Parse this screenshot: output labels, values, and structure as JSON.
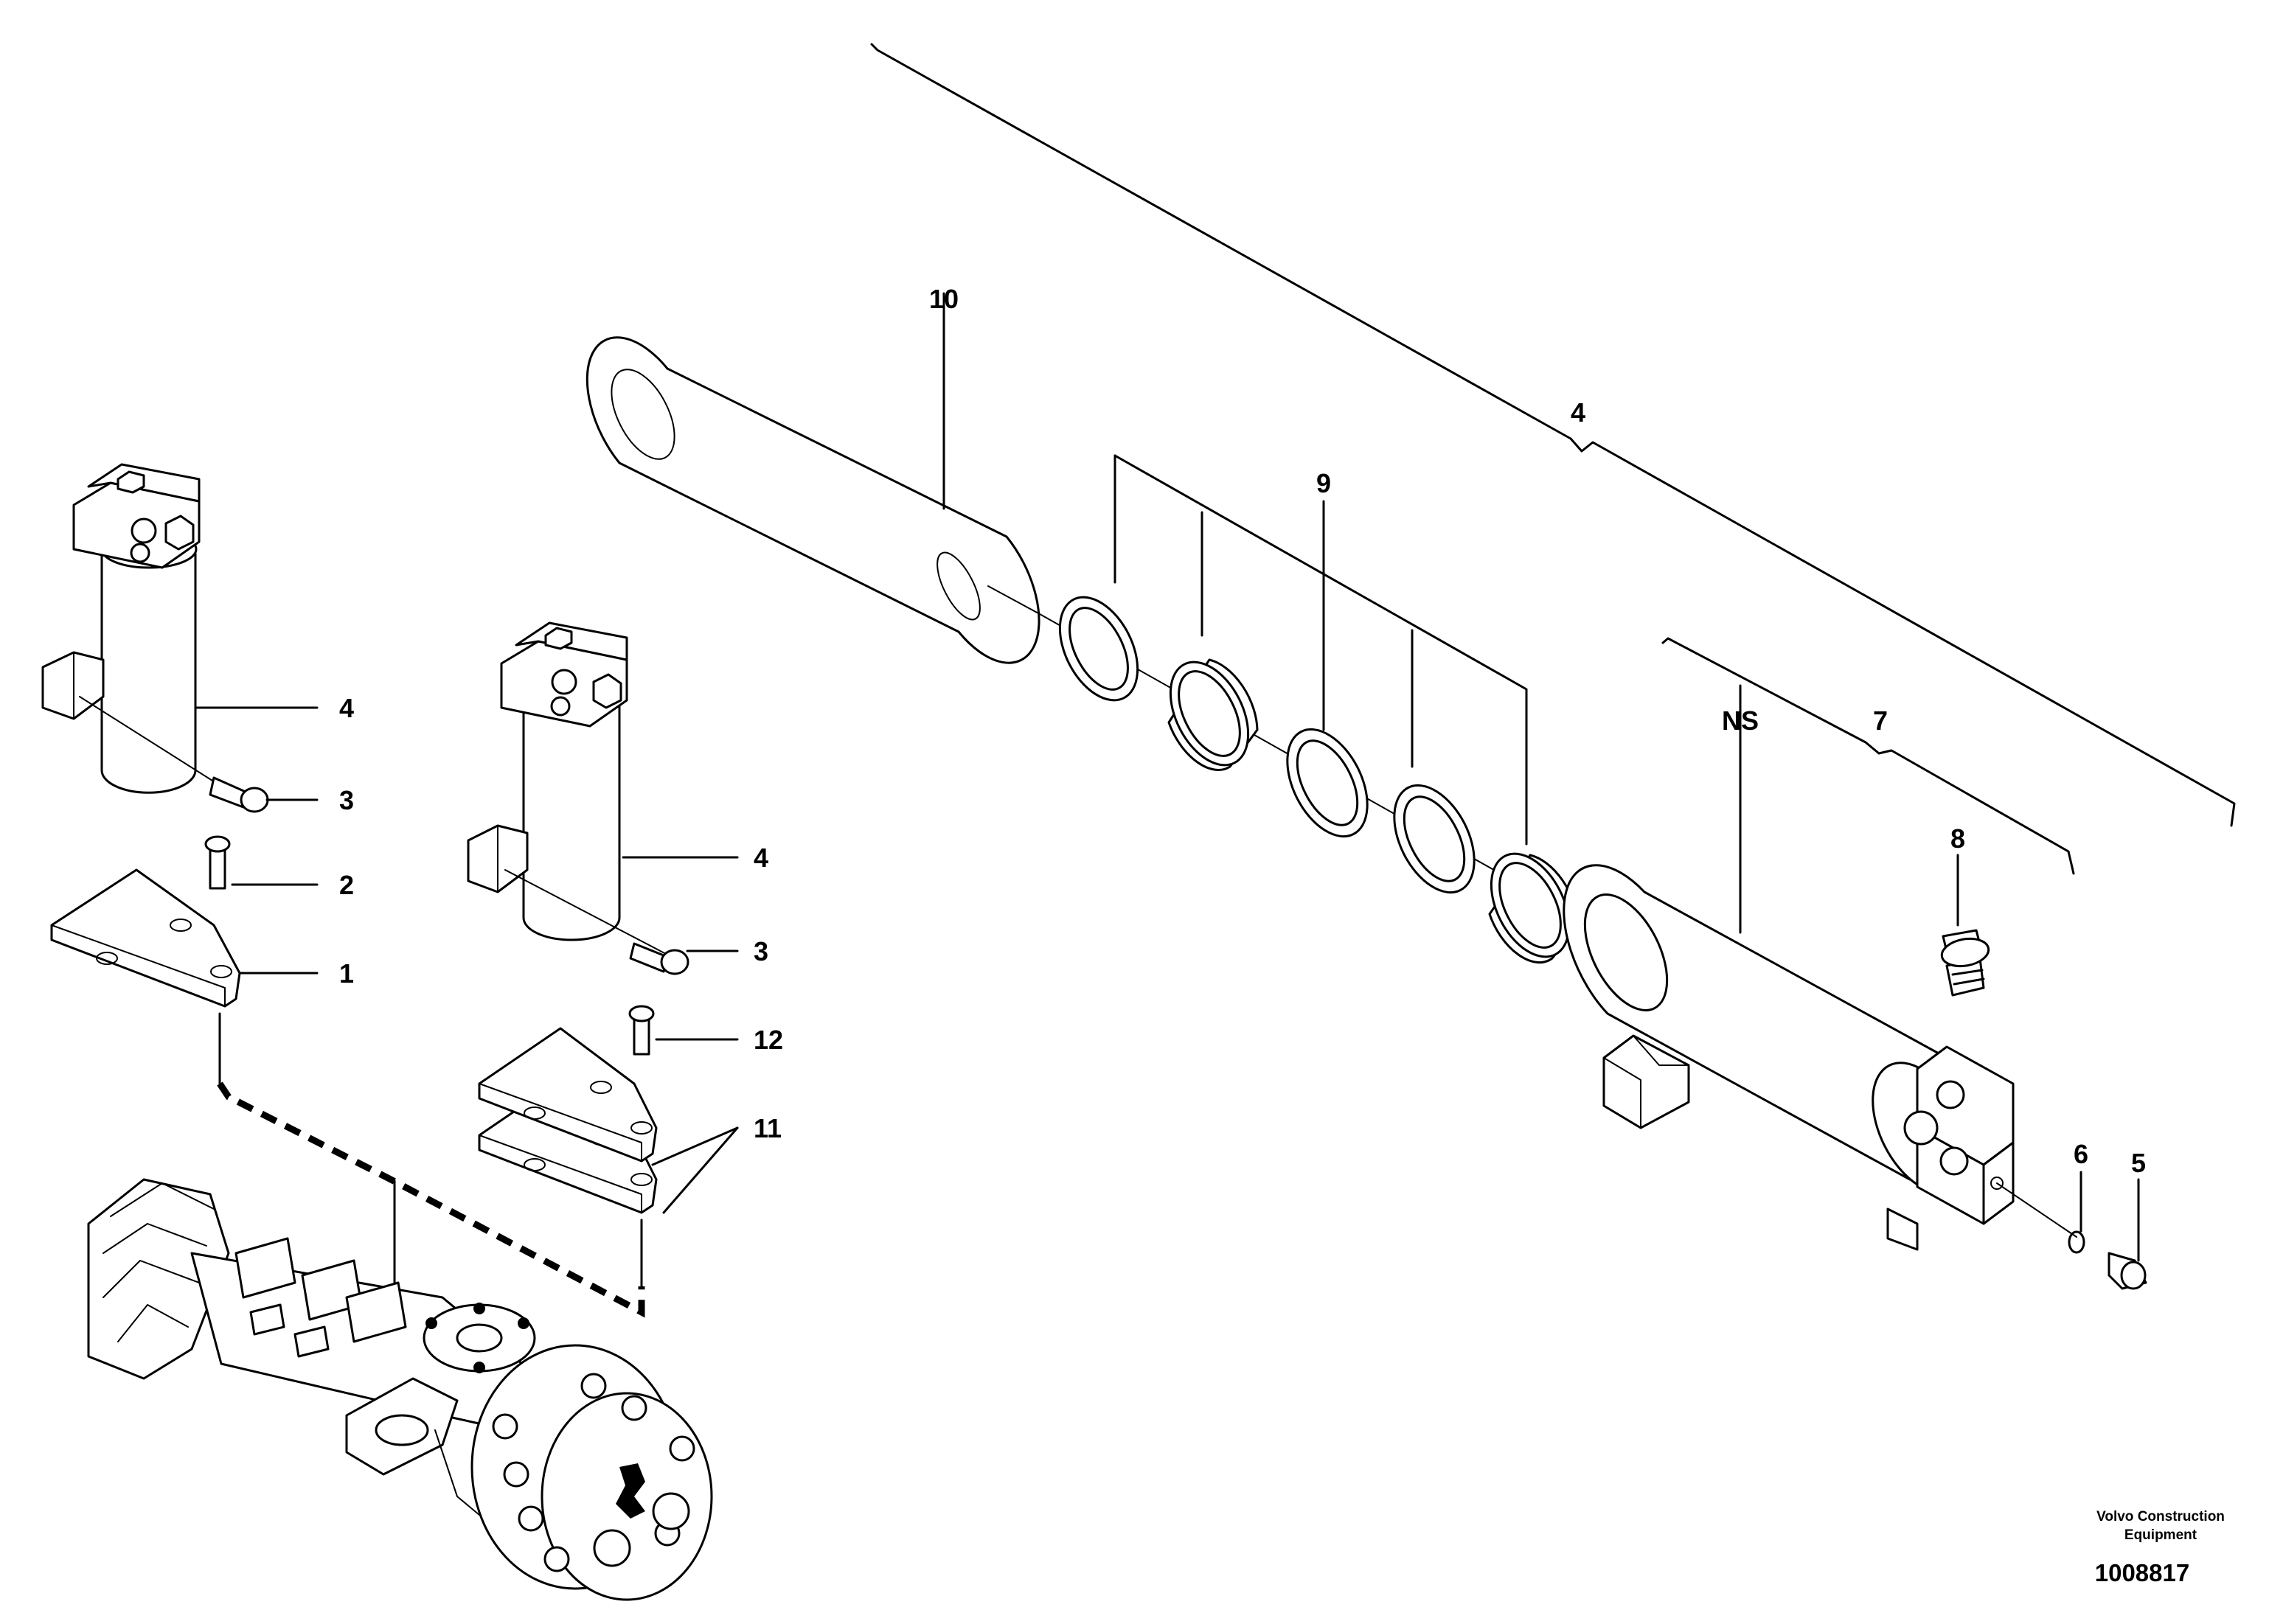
{
  "callouts": {
    "c10": "10",
    "c4_top": "4",
    "c9": "9",
    "c7": "7",
    "cNS": "NS",
    "c8": "8",
    "c6": "6",
    "c5": "5",
    "c4_left": "4",
    "c3_left": "3",
    "c2": "2",
    "c1": "1",
    "c4_mid": "4",
    "c3_mid": "3",
    "c12": "12",
    "c11": "11"
  },
  "footer": {
    "brand_line1": "Volvo Construction",
    "brand_line2": "Equipment",
    "doc_number": "1008817"
  }
}
